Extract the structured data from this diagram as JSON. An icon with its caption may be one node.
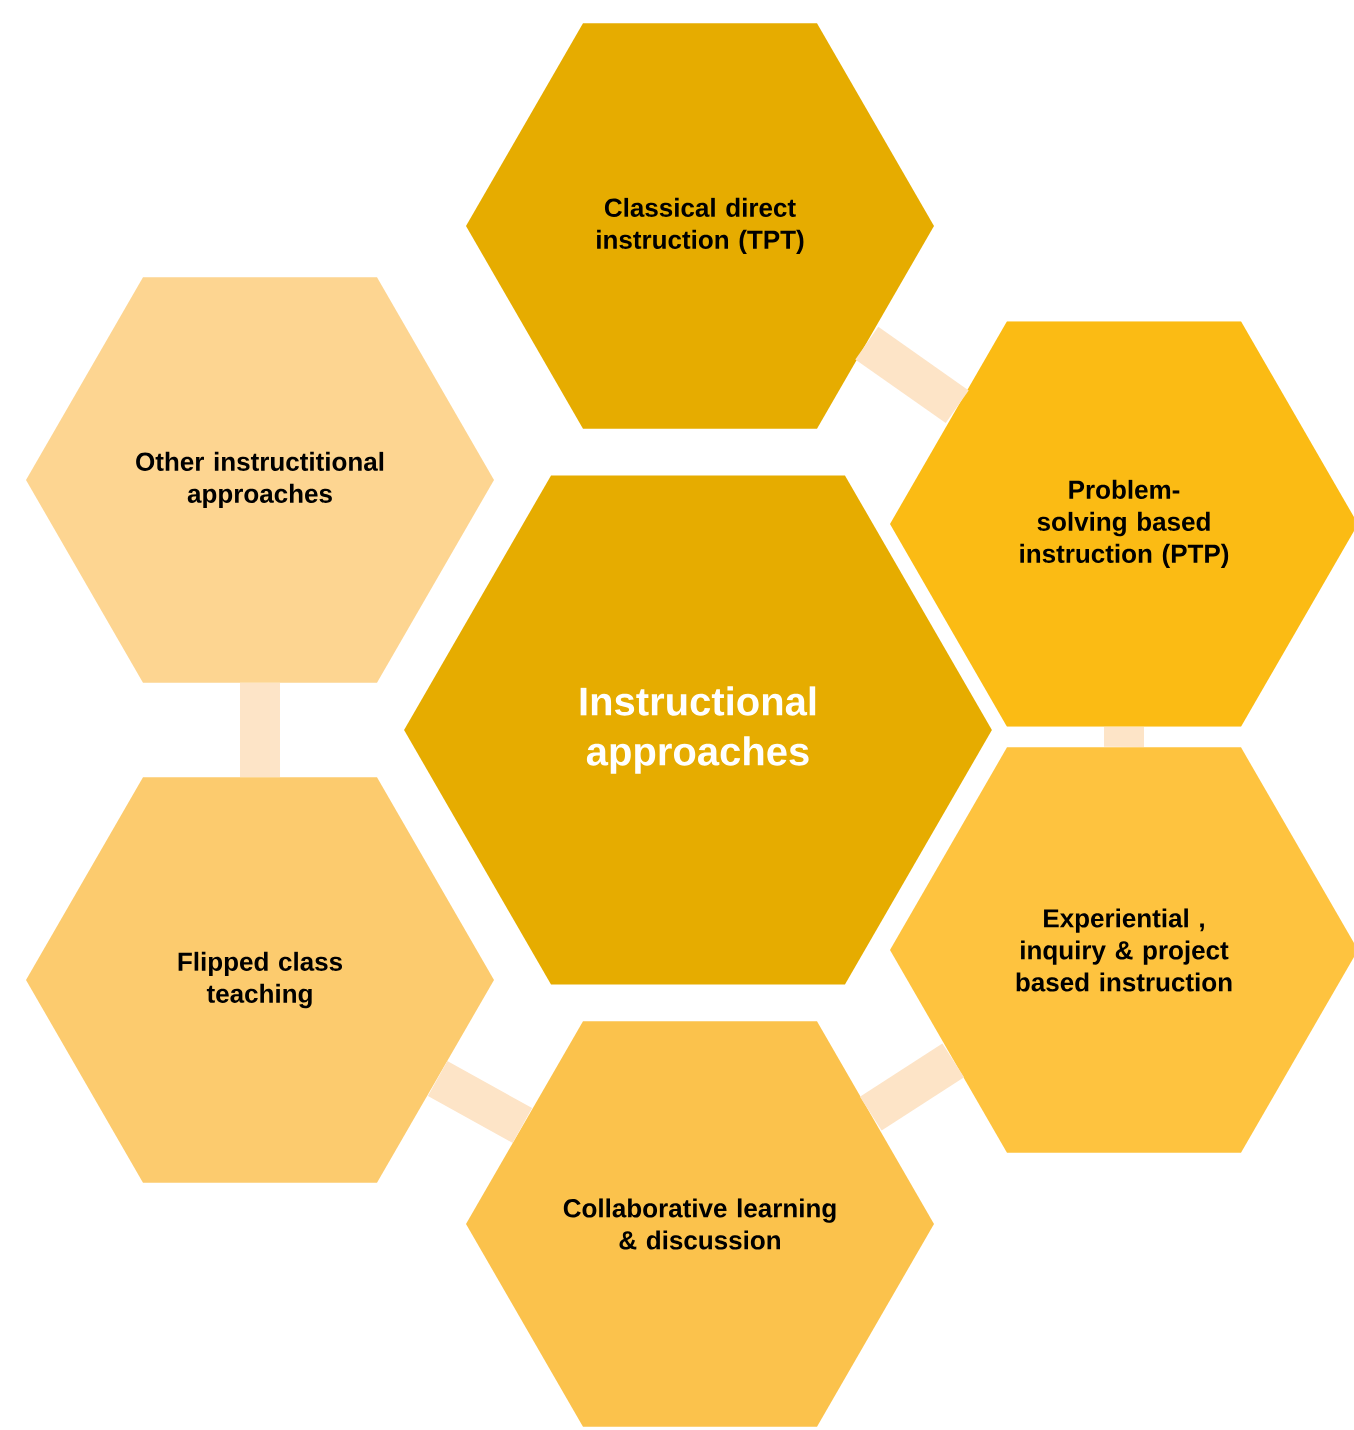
{
  "diagram": {
    "nodes": [
      {
        "text": [
          "Instructional approaches"
        ]
      },
      {
        "text": [
          "Classical direct instruction (TPT)"
        ]
      },
      {
        "text": [
          "Problem-solving based instruction (PTP)"
        ]
      },
      {
        "text": [
          "Experiential , inquiry & project based instruction"
        ]
      },
      {
        "text": [
          "Collaborative learning & discussion"
        ]
      },
      {
        "text": [
          "Flipped class teaching"
        ]
      },
      {
        "text": [
          "Other instructitional approaches"
        ]
      }
    ],
    "edges": [
      {
        "from": 1,
        "to": 2,
        "arrow": "none"
      },
      {
        "from": 2,
        "to": 3,
        "arrow": "none"
      },
      {
        "from": 3,
        "to": 4,
        "arrow": "none"
      },
      {
        "from": 4,
        "to": 5,
        "arrow": "none"
      },
      {
        "from": 5,
        "to": 6,
        "arrow": "none"
      }
    ]
  }
}
